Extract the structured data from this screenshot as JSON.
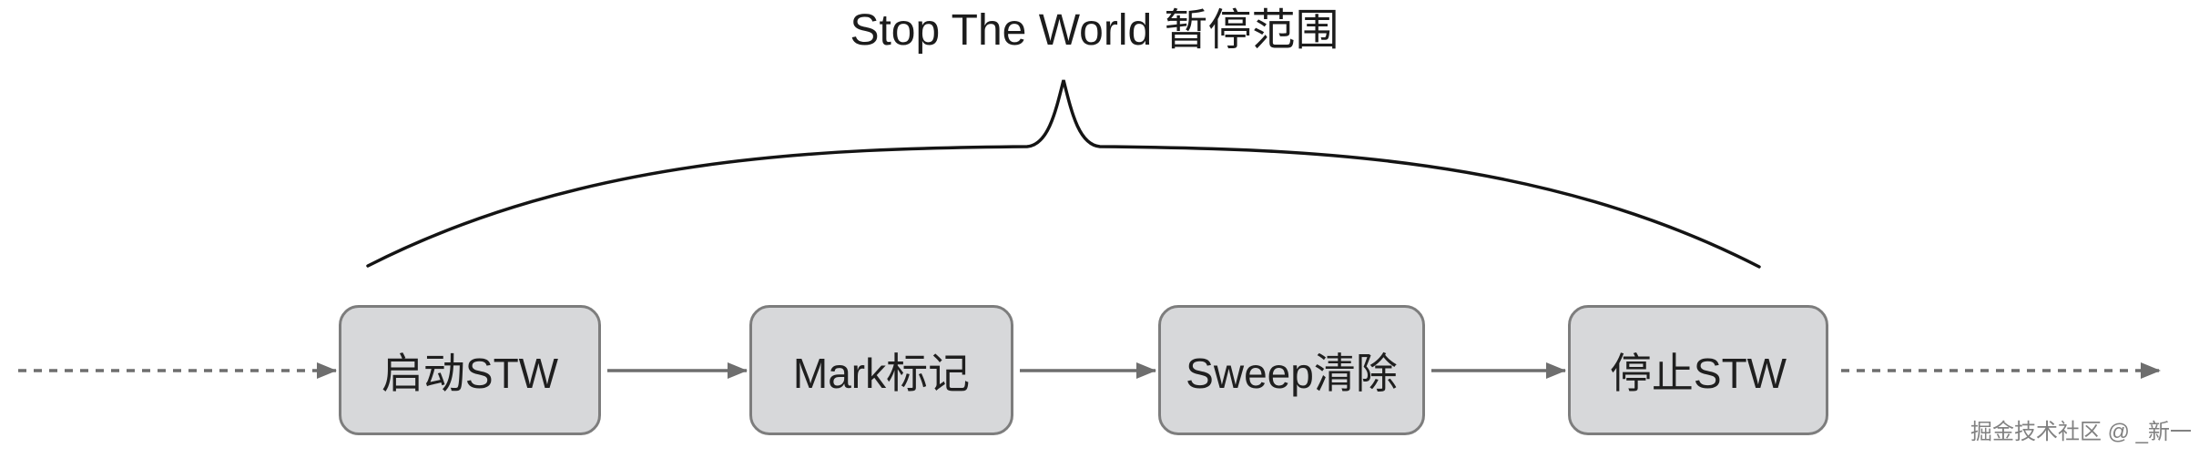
{
  "title": "Stop The World 暂停范围",
  "nodes": [
    {
      "label": "启动STW"
    },
    {
      "label": "Mark标记"
    },
    {
      "label": "Sweep清除"
    },
    {
      "label": "停止STW"
    }
  ],
  "watermark": "掘金技术社区 @ _新一",
  "colors": {
    "background": "#ffffff",
    "node_fill": "#d7d8da",
    "node_border": "#7d7d7d",
    "node_text": "#1f1f1f",
    "arrow": "#6e6e6e",
    "brace": "#141414",
    "title_text": "#1c1c1c",
    "watermark_text": "#818181"
  }
}
